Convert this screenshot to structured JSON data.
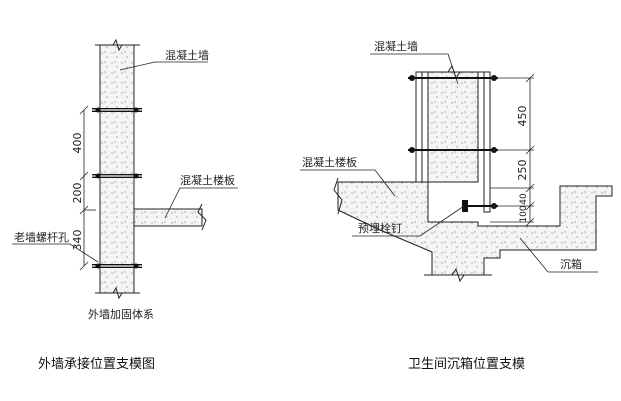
{
  "left_diagram": {
    "concrete_wall_label": "混凝土墙",
    "slab_label": "混凝土楼板",
    "old_bolt_hole_label": "老墙螺杆孔",
    "system_label": "外墙加固体系",
    "dims": [
      "400",
      "200",
      "340"
    ],
    "caption": "外墙承接位置支模图"
  },
  "right_diagram": {
    "concrete_wall_label": "混凝土墙",
    "slab_label": "混凝土楼板",
    "embedded_bolt_label": "预埋栓钉",
    "sunken_box_label": "沉箱",
    "dims": [
      "450",
      "250",
      "40",
      "100"
    ],
    "caption": "卫生间沉箱位置支模"
  }
}
